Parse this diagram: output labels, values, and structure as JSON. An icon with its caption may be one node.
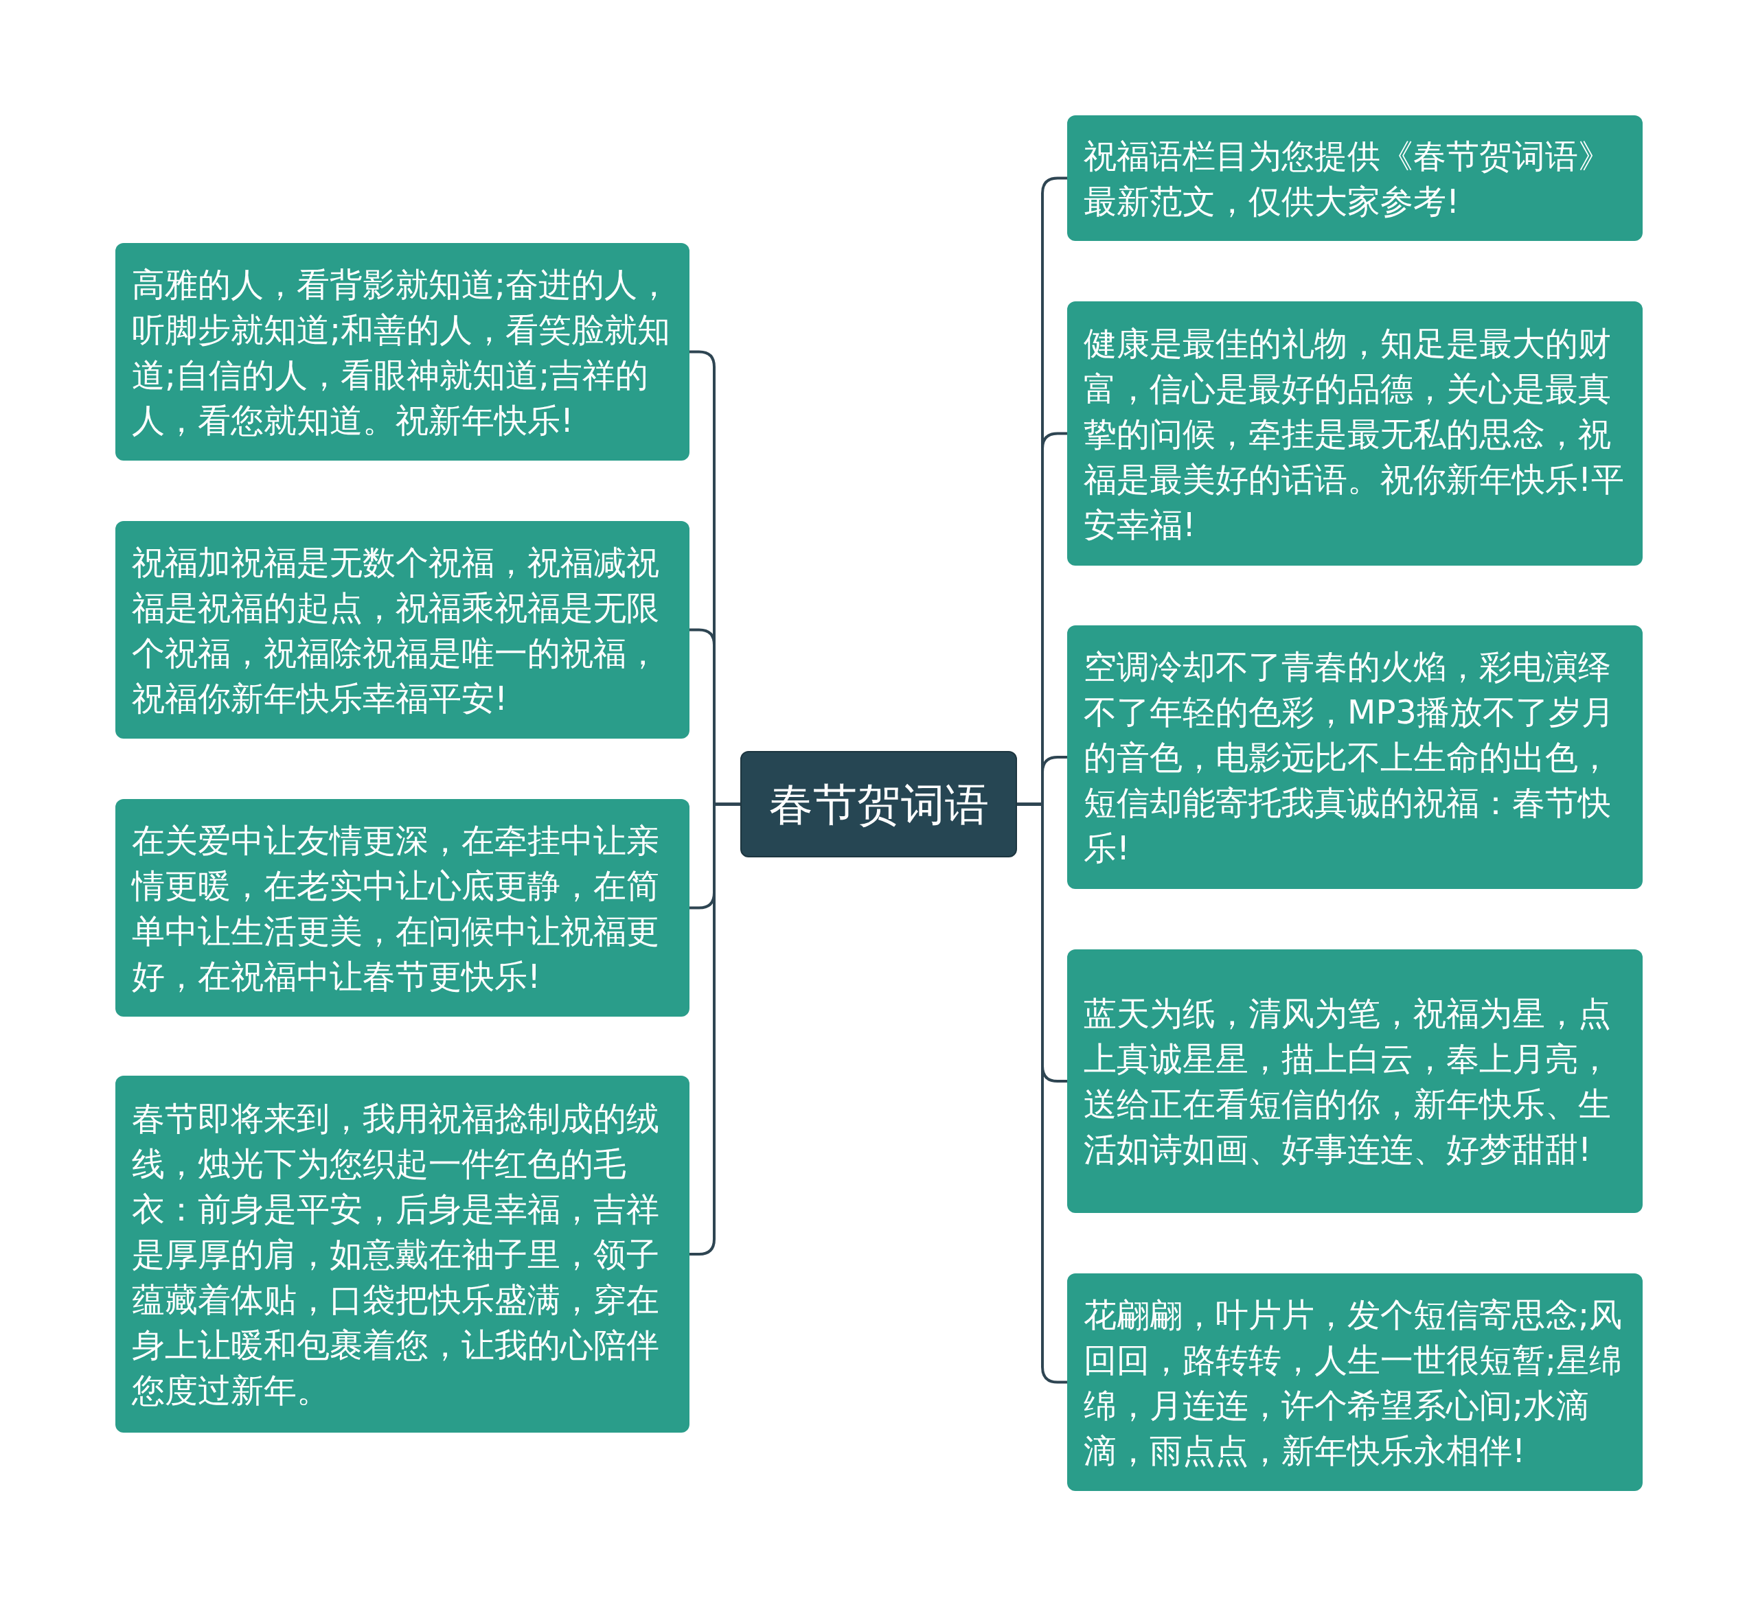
{
  "diagram": {
    "nodes": [
      {
        "text": [
          "春节贺词语"
        ]
      },
      {
        "text": [
          "高雅的人，看背影就知道;奋进的人，听脚步就知道;和善的人，看笑脸就知道;自信的人，看眼神就知道;吉祥的人，看您就知道。祝新年快乐!"
        ]
      },
      {
        "text": [
          "祝福加祝福是无数个祝福，祝福减祝福是祝福的起点，祝福乘祝福是无限个祝福，祝福除祝福是唯一的祝福，祝福你新年快乐幸福平安!"
        ]
      },
      {
        "text": [
          "在关爱中让友情更深，在牵挂中让亲情更暖，在老实中让心底更静，在简单中让生活更美，在问候中让祝福更好，在祝福中让春节更快乐!"
        ]
      },
      {
        "text": [
          "春节即将来到，我用祝福捻制成的绒线，烛光下为您织起一件红色的毛衣：前身是平安，后身是幸福，吉祥是厚厚的肩，如意戴在袖子里，领子蕴藏着体贴，口袋把快乐盛满，穿在身上让暖和包裹着您，让我的心陪伴您度过新年。"
        ]
      },
      {
        "text": [
          "祝福语栏目为您提供《春节贺词语》最新范文，仅供大家参考!"
        ]
      },
      {
        "text": [
          "健康是最佳的礼物，知足是最大的财富，信心是最好的品德，关心是最真挚的问候，牵挂是最无私的思念，祝福是最美好的话语。祝你新年快乐!平安幸福!"
        ]
      },
      {
        "text": [
          "空调冷却不了青春的火焰，彩电演绎不了年轻的色彩，MP3播放不了岁月的音色，电影远比不上生命的出色，短信却能寄托我真诚的祝福：春节快乐!"
        ]
      },
      {
        "text": [
          "蓝天为纸，清风为笔，祝福为星，点上真诚星星，描上白云，奉上月亮，送给正在看短信的你，新年快乐、生活如诗如画、好事连连、好梦甜甜!"
        ]
      },
      {
        "text": [
          "花翩翩，叶片片，发个短信寄思念;风回回，路转转，人生一世很短暂;星绵绵，月连连，许个希望系心间;水滴滴，雨点点，新年快乐永相伴!"
        ]
      }
    ],
    "edges": [
      {
        "from": 0,
        "to": 1,
        "arrow": "none"
      },
      {
        "from": 0,
        "to": 2,
        "arrow": "none"
      },
      {
        "from": 0,
        "to": 3,
        "arrow": "none"
      },
      {
        "from": 0,
        "to": 4,
        "arrow": "none"
      },
      {
        "from": 0,
        "to": 5,
        "arrow": "none"
      },
      {
        "from": 0,
        "to": 6,
        "arrow": "none"
      },
      {
        "from": 0,
        "to": 7,
        "arrow": "none"
      },
      {
        "from": 0,
        "to": 8,
        "arrow": "none"
      },
      {
        "from": 0,
        "to": 9,
        "arrow": "none"
      }
    ]
  }
}
